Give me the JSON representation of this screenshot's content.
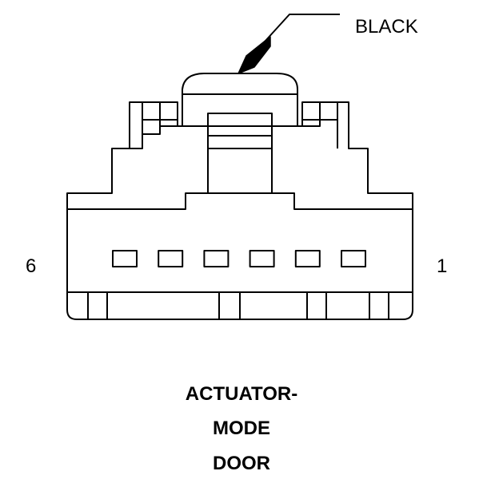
{
  "callout": {
    "label": "BLACK"
  },
  "pins": {
    "left": "6",
    "right": "1",
    "cavity_count": 6
  },
  "title": {
    "lines": [
      "ACTUATOR-",
      "MODE",
      "DOOR"
    ]
  }
}
